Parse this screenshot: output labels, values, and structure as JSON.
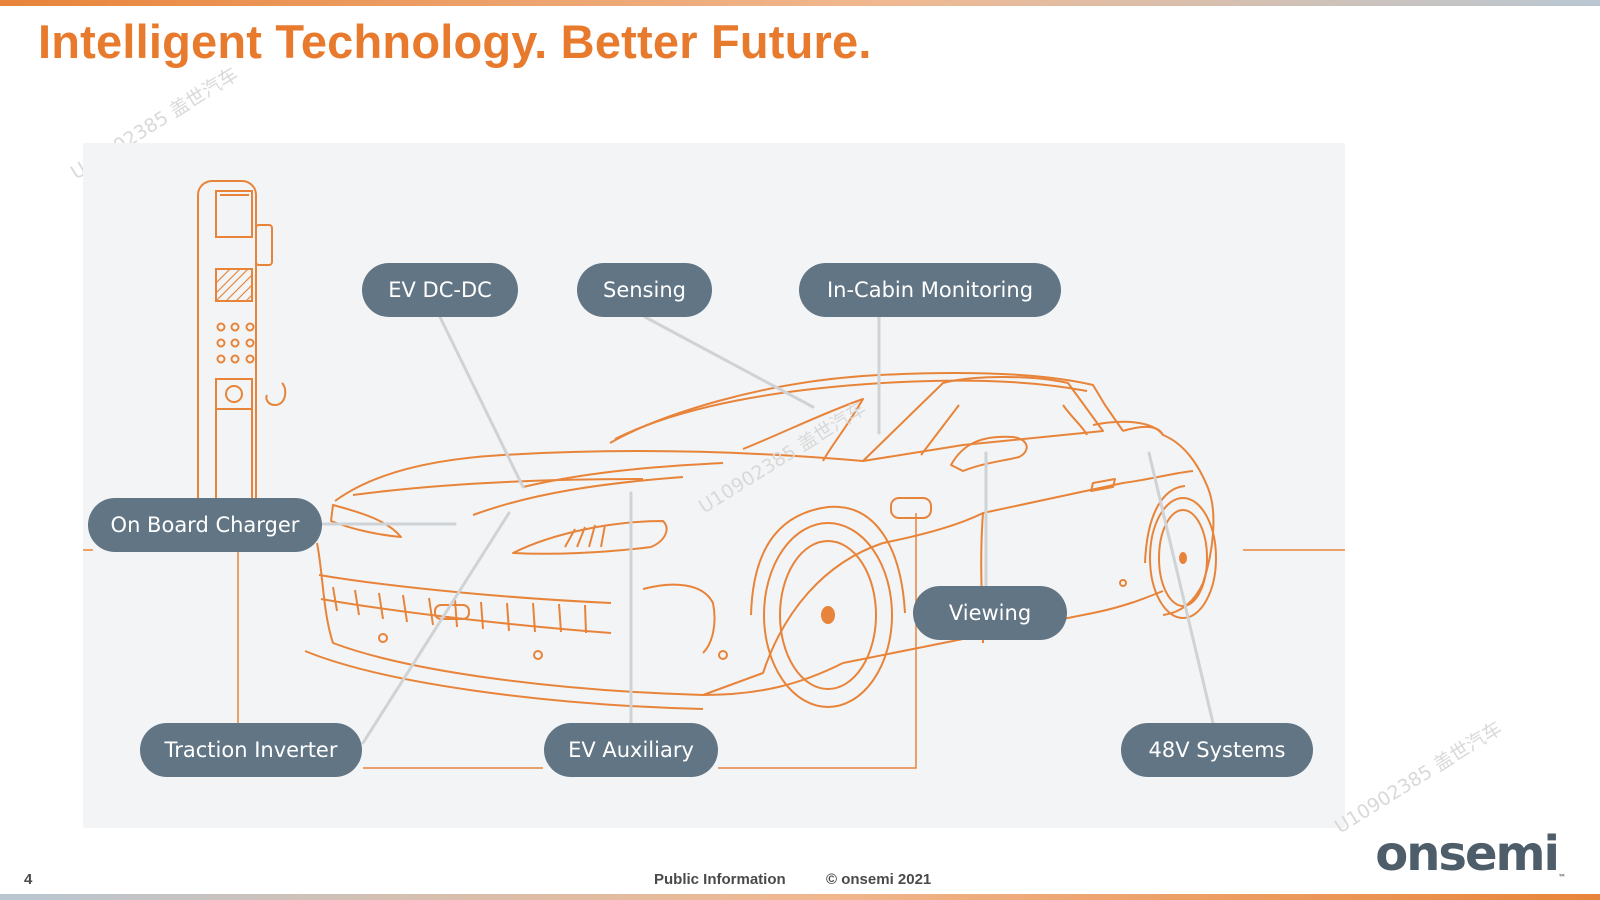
{
  "title": "Intelligent Technology. Better Future.",
  "labels": {
    "ev_dcdc": "EV DC-DC",
    "sensing": "Sensing",
    "in_cabin": "In-Cabin Monitoring",
    "on_board_charger": "On Board Charger",
    "viewing": "Viewing",
    "traction_inverter": "Traction Inverter",
    "ev_auxiliary": "EV Auxiliary",
    "systems_48v": "48V Systems"
  },
  "watermark": "U10902385 盖世汽车",
  "footer": {
    "page_number": "4",
    "classification": "Public Information",
    "copyright": "© onsemi 2021",
    "logo": "onsemi",
    "logo_tm": "™"
  },
  "colors": {
    "accent_orange": "#e87a2d",
    "pill_slate": "#617585",
    "panel_bg": "#f3f4f5",
    "leader_gray": "#cfd3d6"
  }
}
